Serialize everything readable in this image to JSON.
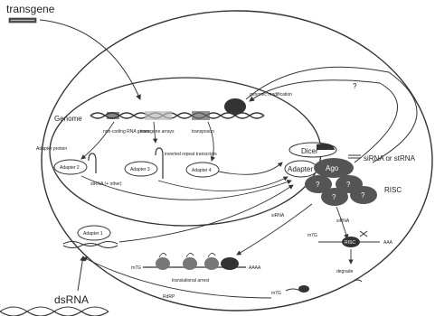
{
  "labels": {
    "transgene": "transgene",
    "dsrna": "dsRNA",
    "genome": "Genome",
    "risc": "RISC",
    "dicer": "Dicer",
    "adapter": "Adapter",
    "ago": "Ago",
    "sirna_or_strna": "siRNA or stRNA",
    "question_top": "?",
    "genomic_modification": "genomic modification",
    "non_coding_rna_genes": "non-coding RNA genes",
    "transgene_arrays": "transgene arrays",
    "transposon": "transposon",
    "inverted_repeat_transcripts": "inverted repeat transcripts",
    "adapter_protein": "Adapter protein",
    "strna_other": "stRNA (+ other)",
    "adapter_2": "Adapter 2",
    "adapter_3": "Adapter 3",
    "adapter_4": "Adapter 4",
    "adapter_1": "Adapter 1",
    "sirna_mid": "siRNA",
    "sirna_right": "siRNA",
    "translational_arrest": "translational arrest",
    "m7g_left": "m7G",
    "m7g_right": "m7G",
    "m7g_bottom": "m7G",
    "aaaa_left": "AAAA",
    "aaa_right": "AAA",
    "degrade": "degrade",
    "rdrp": "RdRP",
    "risc_small": "RISC",
    "q1": "?",
    "q2": "?",
    "q3": "?",
    "q4": "?"
  }
}
